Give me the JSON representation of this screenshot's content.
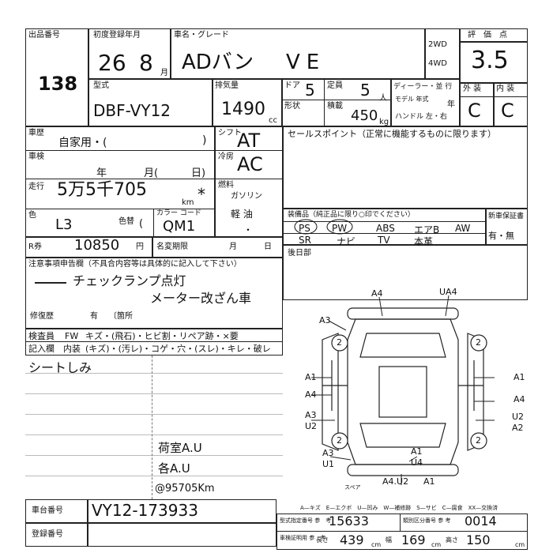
{
  "header": {
    "lot_label": "出品番号",
    "lot_number": "138",
    "reg_label": "初度登録年月",
    "reg_year": "26",
    "reg_month": "8",
    "month_suffix": "月",
    "name_label": "車名・グレード",
    "car_name": "ADバン",
    "grade": "VE",
    "drive_2wd": "2WD",
    "drive_4wd": "4WD",
    "score_label": "評　価　点",
    "score": "3.5",
    "ext_label": "外 装",
    "int_label": "内 装",
    "ext_grade": "C",
    "int_grade": "C"
  },
  "specs": {
    "model_label": "型式",
    "model_code": "DBF-VY12",
    "displacement_label": "排気量",
    "displacement": "1490",
    "cc_label": "cc",
    "doors_label": "ドア",
    "doors": "5",
    "capacity_label": "定員",
    "capacity": "5",
    "person_suffix": "人",
    "shape_label": "形状",
    "load_label": "積載",
    "load_value": "450",
    "kg_label": "kg",
    "dealer_label": "ディーラー・並 行",
    "model_year_label": "モデル 年式",
    "year_suffix": "年",
    "handle_label": "ハンドル 左・右"
  },
  "history": {
    "history_label": "車歴",
    "history_value": "自家用・(",
    "close_paren": ")",
    "inspection_label": "車検",
    "inspection_year": "年",
    "inspection_month": "月(",
    "inspection_day": "日)",
    "mileage_label": "走行",
    "mileage_value": "5万5千705",
    "km_label": "km",
    "mileage_mark": "*",
    "color_label": "色",
    "color_value": "L3",
    "color_change_label": "色替",
    "color_change_value": "(",
    "color_code_label": "カラー コード",
    "color_code": "QM1",
    "shift_label": "シフト",
    "shift_value": "AT",
    "ac_label": "冷房",
    "ac_value": "AC",
    "fuel_label": "燃料",
    "fuel_gasoline": "ガソリン",
    "fuel_diesel": "軽 油",
    "fuel_bullet": "・",
    "sales_label": "セールスポイント（正常に機能するものに限ります）"
  },
  "equipment": {
    "label": "装備品（純正品に限り○印でください）",
    "row1": [
      "PS",
      "PW",
      "ABS",
      "エアB",
      "AW"
    ],
    "row2": [
      "SR",
      "ナビ",
      "TV",
      "本革"
    ],
    "warranty_label": "新車保証書",
    "warranty_value": "有・無"
  },
  "recycle": {
    "r_label": "R券",
    "r_value": "10850",
    "yen_label": "円",
    "title_change_label": "名変期限",
    "title_month": "月",
    "title_day": "日",
    "rear_label": "後日部"
  },
  "notes": {
    "label": "注意事項申告欄（不具合内容等は具体的に記入して下さい）",
    "line1": "チェックランプ点灯",
    "line2": "メーター改ざん車",
    "repair_label": "修復歴",
    "repair_value": "有",
    "repair_place": "〔箇所"
  },
  "inspector": {
    "fw_label": "検査員",
    "fw": "FW",
    "fw_items": "キズ・(飛石)・ヒビ割・リペア跡・×要",
    "record_label": "記入欄",
    "interior": "内装",
    "int_items": "(キズ)・(汚レ)・コゲ・穴・(スレ)・キレ・破レ",
    "seat_note": "シートしみ",
    "cargo": "荷室A.U",
    "each": "各A.U",
    "odometer": "@95705Km"
  },
  "diagram": {
    "labels": [
      "A4",
      "UA4",
      "A3",
      "2",
      "2",
      "A1",
      "A1",
      "A4",
      "A4",
      "A3",
      "U2",
      "U2",
      "A2",
      "2",
      "2",
      "A3",
      "U1",
      "A1",
      "U4",
      "A4.U2",
      "A1",
      "スペア"
    ]
  },
  "legend": "A—キズ　E—エクボ　U—凹み　W—補修跡　S—サビ　C—腐食　XX—交換済",
  "footer": {
    "chassis_label": "車台番号",
    "chassis": "VY12-173933",
    "reg_no_label": "登録番号",
    "model_cert_label": "型式指定番号 参　考",
    "model_cert": "15633",
    "category_label": "類別区分番号 参 考",
    "category": "0014",
    "cert_label": "車検証明用 参　考",
    "length_label": "長さ",
    "length": "439",
    "width_label": "幅",
    "width": "169",
    "height_label": "高さ",
    "height": "150",
    "cm": "cm",
    "cm2": "cm",
    "cm3": "cm"
  }
}
